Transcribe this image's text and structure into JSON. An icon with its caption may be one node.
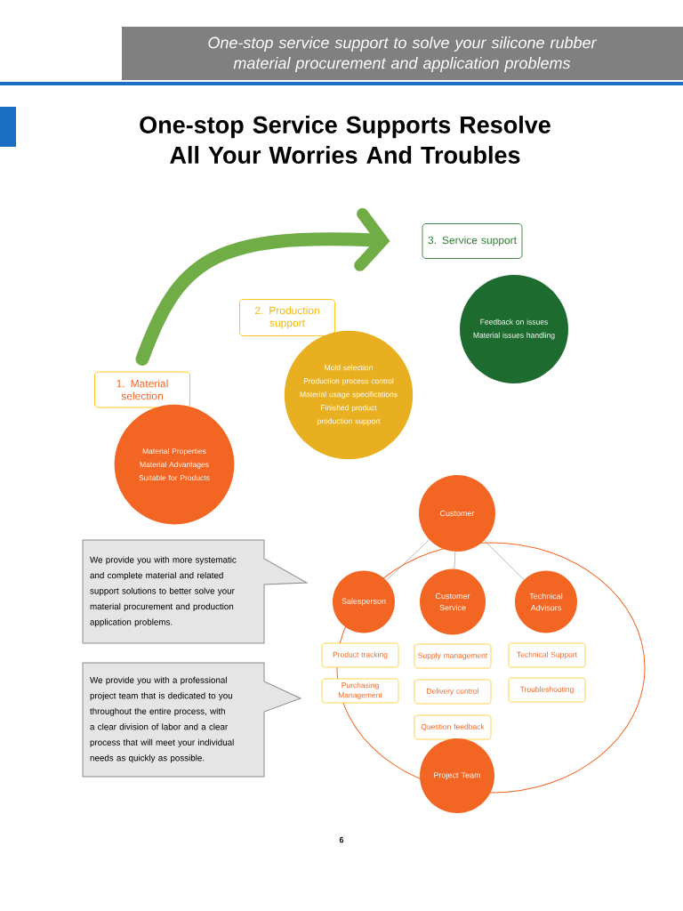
{
  "diagram": {
    "title": "One-stop Service Supports Resolve All Your Worries And Troubles",
    "nodes": [
      {
        "text": [
          "1. Material selection"
        ]
      },
      {
        "text": [
          "Material Properties",
          "Material Advantages",
          "Suitable for Products"
        ]
      },
      {
        "text": [
          "2. Production support"
        ]
      },
      {
        "text": [
          "Mold selection",
          "Production process control",
          "Material usage specifications",
          "Finished product production support"
        ]
      },
      {
        "text": [
          "3. Service support"
        ]
      },
      {
        "text": [
          "Feedback on issues",
          "Material issues handling"
        ]
      },
      {
        "text": [
          "We provide you with more systematic and complete material and related support solutions to better solve your material procurement and production application problems."
        ]
      },
      {
        "text": [
          "We provide you with a professional project team that is dedicated to you throughout the entire process, with a clear division of labor and a clear process that will meet your individual needs as quickly as possible."
        ]
      },
      {
        "text": [],
        "shape": "ellipse"
      },
      {
        "text": [
          "Customer"
        ]
      },
      {
        "text": [
          "Salesperson"
        ],
        "in": 8
      },
      {
        "text": [
          "Customer Service"
        ],
        "in": 8
      },
      {
        "text": [
          "Technical Advisors"
        ],
        "in": 8
      },
      {
        "text": [
          "Product tracking"
        ],
        "in": 8
      },
      {
        "text": [
          "Supply management"
        ],
        "in": 8
      },
      {
        "text": [
          "Technical Support"
        ],
        "in": 8
      },
      {
        "text": [
          "Purchasing Management"
        ],
        "in": 8
      },
      {
        "text": [
          "Delivery control"
        ],
        "in": 8
      },
      {
        "text": [
          "Troubleshooting"
        ],
        "in": 8
      },
      {
        "text": [
          "Question feedback"
        ],
        "in": 8
      },
      {
        "text": [
          "Project Team"
        ]
      }
    ],
    "edges": [
      {
        "from": 0,
        "to": 4,
        "arrow": "to",
        "style": "thick",
        "color": "#70ad47"
      },
      {
        "from": 9,
        "to": 10,
        "arrow": "none"
      },
      {
        "from": 9,
        "to": 11,
        "arrow": "none"
      },
      {
        "from": 9,
        "to": 12,
        "arrow": "none"
      }
    ],
    "labels": [
      "One-stop service support to solve your silicone rubber material procurement and application problems",
      "6"
    ]
  }
}
